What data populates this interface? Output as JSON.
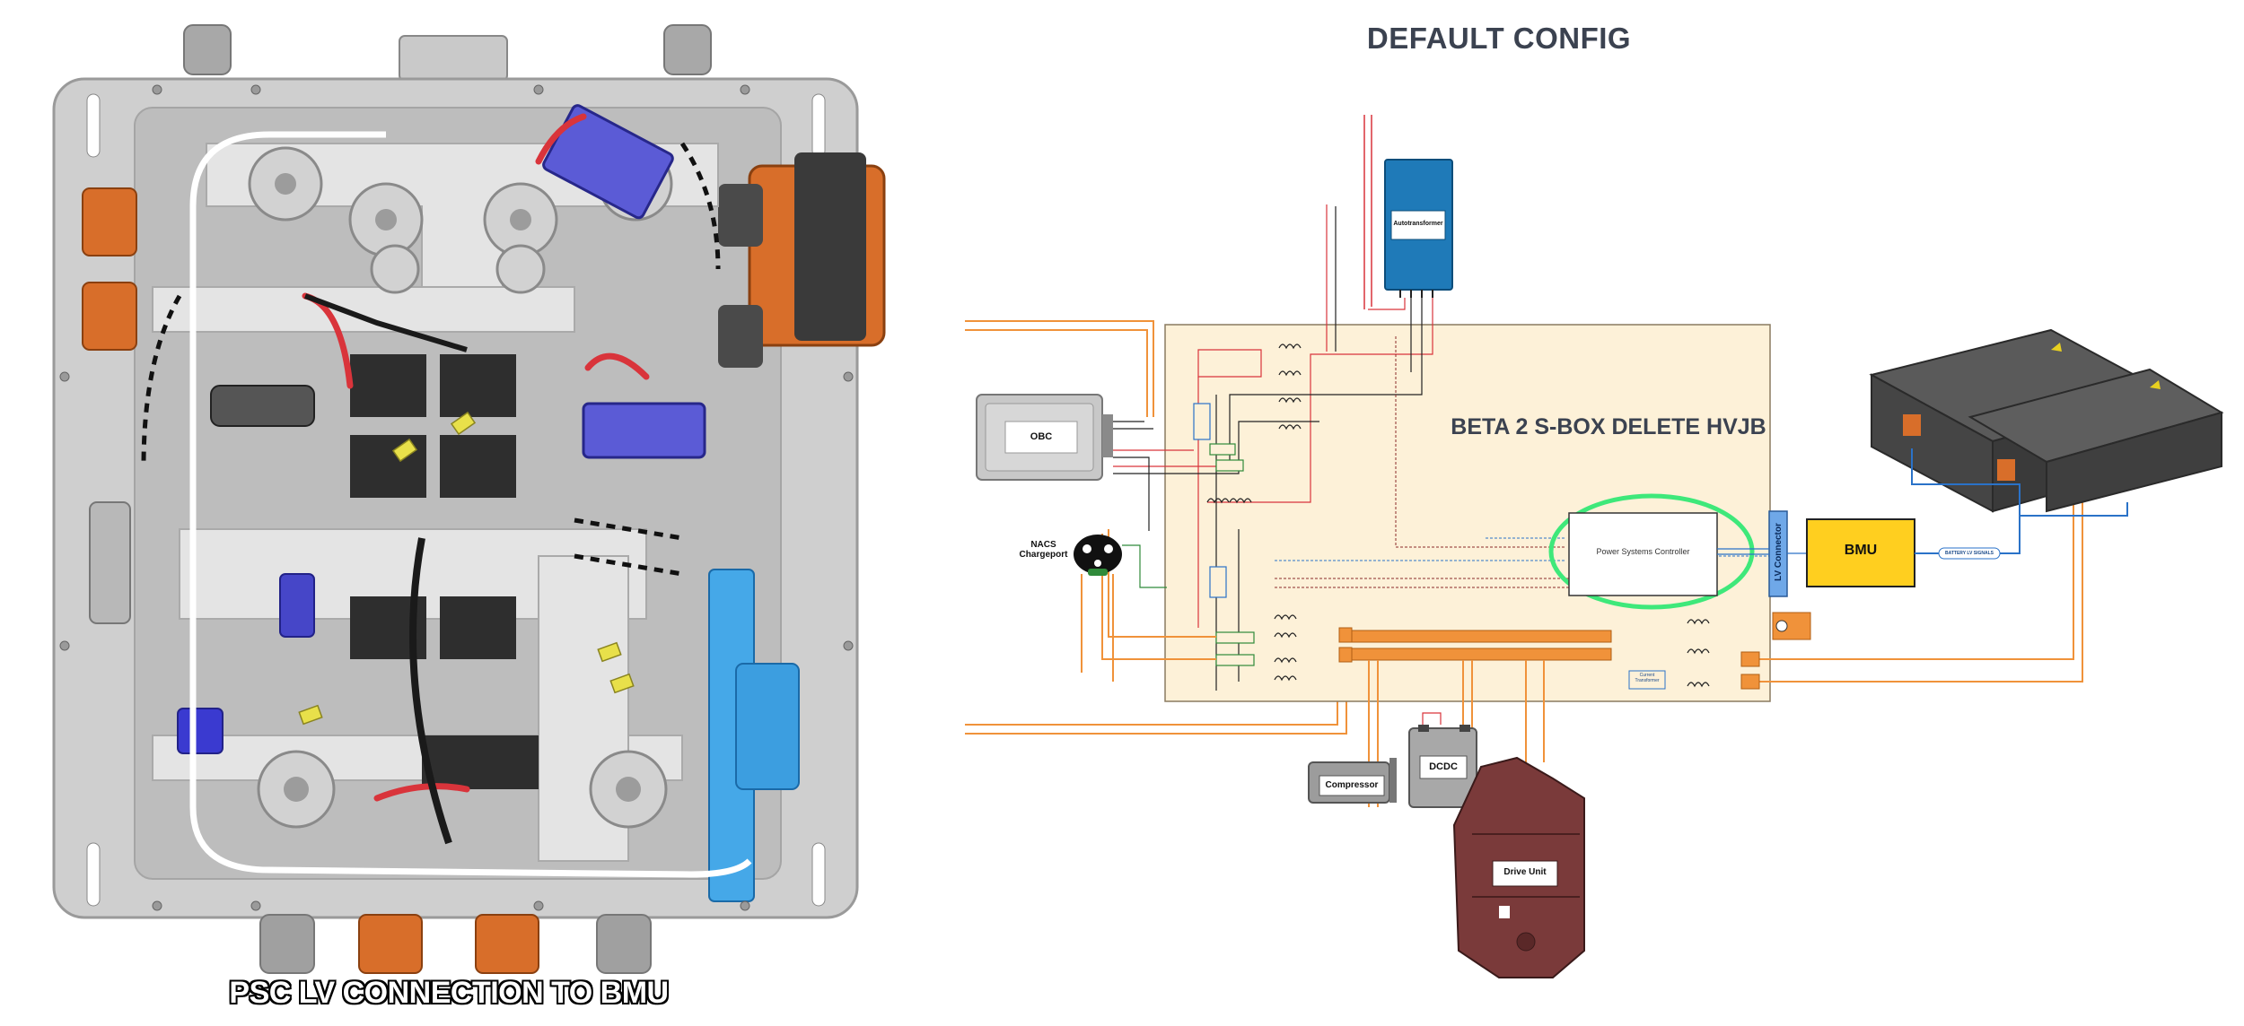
{
  "titles": {
    "default_config": "DEFAULT CONFIG",
    "box_title": "BETA 2 S-BOX DELETE HVJB",
    "left_caption": "PSC LV CONNECTION TO BMU"
  },
  "components": {
    "obc": "OBC",
    "nacs": "NACS\nChargeport",
    "autotransformer": "Autotransformer",
    "psc": "Power Systems Controller",
    "lv_connector": "LV Connector",
    "bmu": "BMU",
    "battery_lv_signals": "BATTERY LV SIGNALS",
    "compressor": "Compressor",
    "dcdc": "DCDC",
    "drive_unit": "Drive Unit",
    "current_transformer": "Current Transformer"
  },
  "colors": {
    "box_fill": "#fdf1d8",
    "highlight": "#3ee87a",
    "orange_bus": "#f0923a",
    "bmu_fill": "#ffcf1f",
    "lv_conn_fill": "#6fa8e8",
    "wire_red": "#d9343b",
    "wire_blue": "#2a72c8",
    "metal": "#c8c8c8",
    "connector_orange": "#d86e2a"
  }
}
